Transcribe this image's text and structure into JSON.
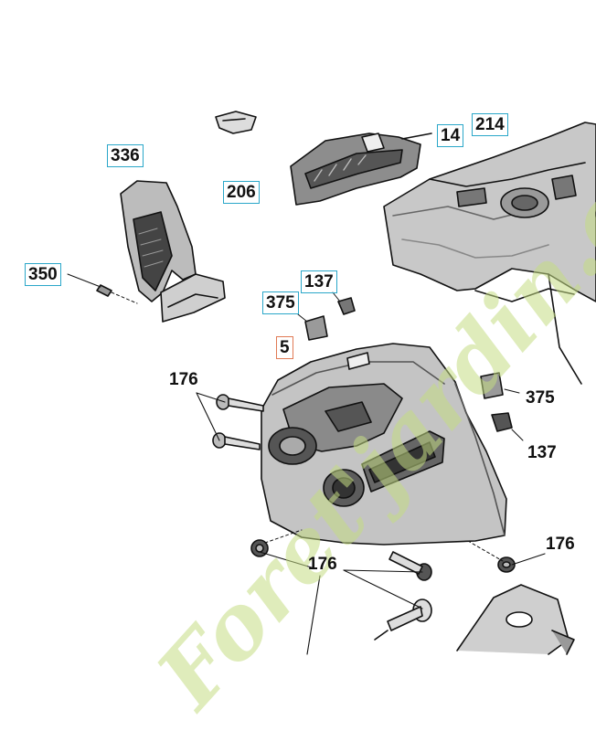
{
  "callouts": {
    "c336": "336",
    "c206": "206",
    "c14": "14",
    "c214": "214",
    "c350": "350",
    "c137a": "137",
    "c375a": "375",
    "c5": "5",
    "c176a": "176",
    "c375b": "375",
    "c137b": "137",
    "c176b": "176",
    "c176c": "176"
  },
  "watermark": "Foret'jardin.com",
  "colors": {
    "callout_box": "#2aa7c9",
    "highlight_box": "#e07a55",
    "watermark": "#c4dc84"
  }
}
